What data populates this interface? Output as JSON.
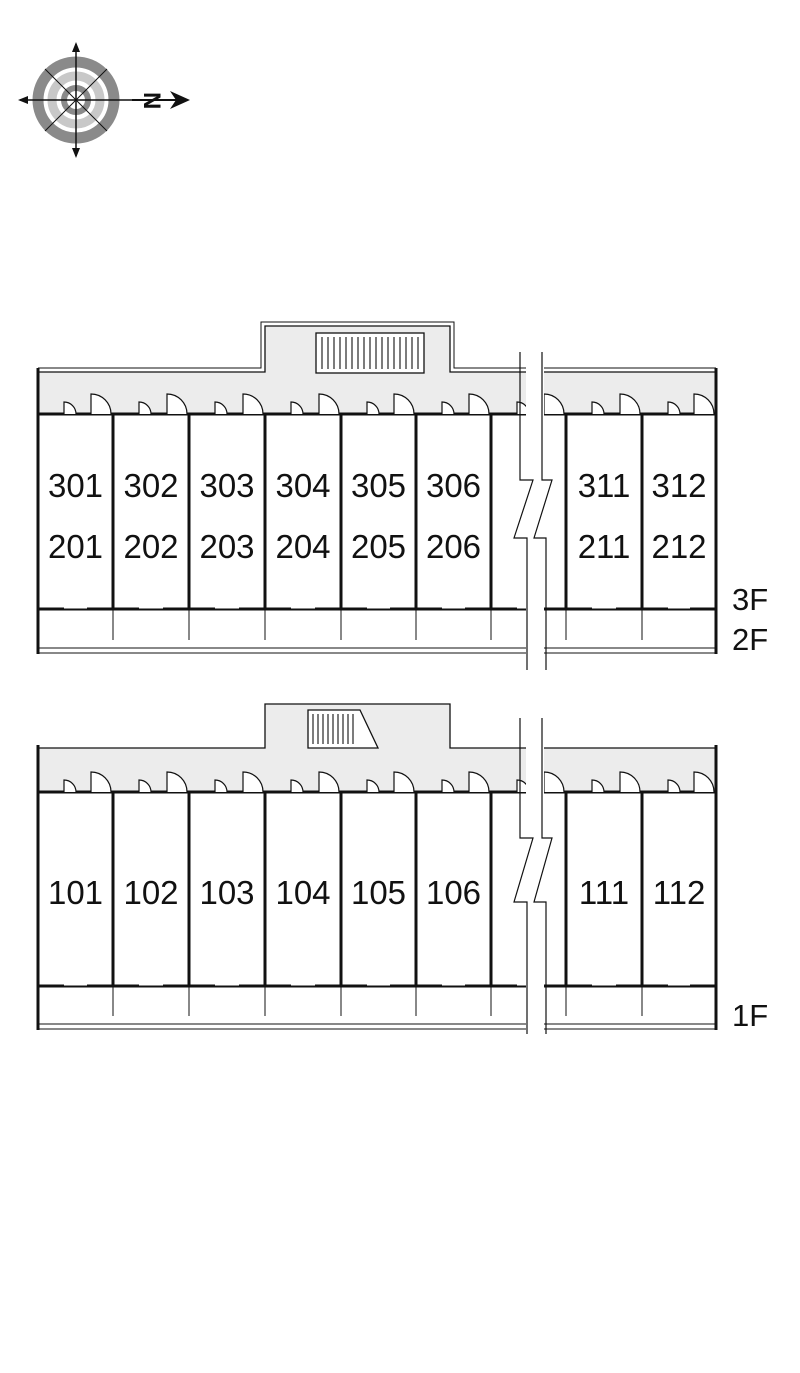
{
  "compass": {
    "north_label": "N",
    "icon": "compass-rose-icon"
  },
  "upper_block": {
    "floor_labels": [
      "3F",
      "2F"
    ],
    "units": [
      {
        "top": "301",
        "bottom": "201"
      },
      {
        "top": "302",
        "bottom": "202"
      },
      {
        "top": "303",
        "bottom": "203"
      },
      {
        "top": "304",
        "bottom": "204"
      },
      {
        "top": "305",
        "bottom": "205"
      },
      {
        "top": "306",
        "bottom": "206"
      },
      {
        "top": "",
        "bottom": ""
      },
      {
        "top": "311",
        "bottom": "211"
      },
      {
        "top": "312",
        "bottom": "212"
      }
    ]
  },
  "lower_block": {
    "floor_labels": [
      "1F"
    ],
    "units": [
      {
        "top": "101"
      },
      {
        "top": "102"
      },
      {
        "top": "103"
      },
      {
        "top": "104"
      },
      {
        "top": "105"
      },
      {
        "top": "106"
      },
      {
        "top": ""
      },
      {
        "top": "111"
      },
      {
        "top": "112"
      }
    ]
  },
  "colors": {
    "line": "#111111",
    "corridor": "#ececec",
    "compass_ring": "#8a8a8a",
    "compass_ring_light": "#c8c8c8"
  }
}
